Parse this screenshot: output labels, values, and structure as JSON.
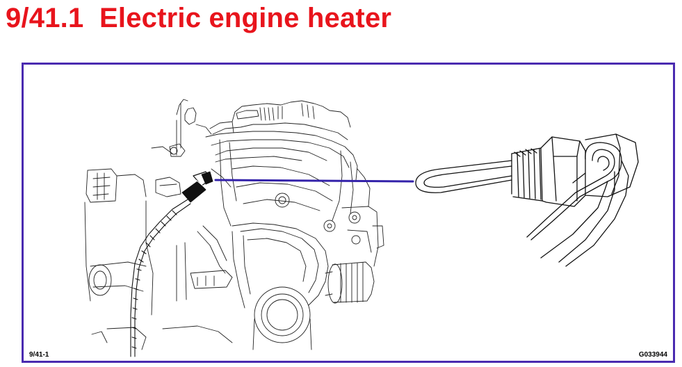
{
  "page": {
    "title": "9/41.1  Electric engine heater"
  },
  "figure": {
    "ref_left": "9/41-1",
    "ref_right": "G033944",
    "frame_color": "#4a2bb0",
    "leader_color": "#3322aa",
    "title_color": "#e8141c",
    "parts": [
      "engine-block-drawing",
      "heater-connector",
      "heater-cable",
      "heater-element-detail"
    ]
  }
}
